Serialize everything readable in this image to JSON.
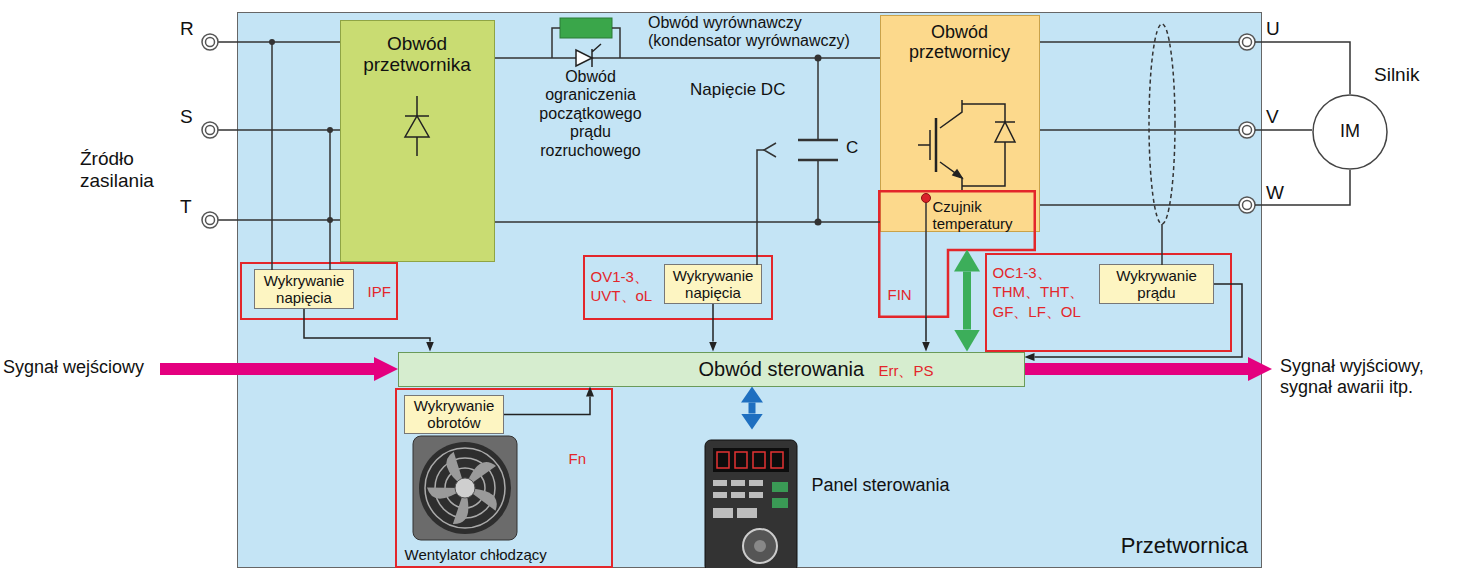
{
  "diagram": {
    "nodes": [
      {
        "text": [
          "Przetwornica"
        ]
      },
      {
        "text": [
          "Obwód przetwornika"
        ],
        "in": 0
      },
      {
        "text": [
          "Obwód przetwornicy"
        ],
        "in": 0
      },
      {
        "text": [
          "Czujnik temperatury",
          "FIN"
        ],
        "in": 0
      },
      {
        "text": [
          "IPF"
        ],
        "in": 0
      },
      {
        "text": [
          "Wykrywanie napięcia"
        ],
        "in": 4
      },
      {
        "text": [
          "OV1-3、 UVT、oL"
        ],
        "in": 0
      },
      {
        "text": [
          "Wykrywanie napięcia"
        ],
        "in": 6
      },
      {
        "text": [
          "OC1-3、 THM、THT、 GF、LF、OL"
        ],
        "in": 0
      },
      {
        "text": [
          "Wykrywanie prądu"
        ],
        "in": 8
      },
      {
        "text": [
          "Obwód sterowania",
          "Err、PS"
        ],
        "in": 0
      },
      {
        "text": [
          "Fn",
          "Wentylator chłodzący"
        ],
        "in": 0
      },
      {
        "text": [
          "Wykrywanie obrotów"
        ],
        "in": 11
      },
      {
        "text": [
          "Panel sterowania"
        ],
        "in": 0
      },
      {
        "text": [
          "Silnik",
          "IM"
        ]
      }
    ],
    "edges": [
      {
        "from": 5,
        "to": 10,
        "arrow": "to"
      },
      {
        "from": 7,
        "to": 10,
        "arrow": "to"
      },
      {
        "from": 3,
        "to": 10,
        "arrow": "to"
      },
      {
        "from": 3,
        "to": 10,
        "arrow": "both"
      },
      {
        "from": 9,
        "to": 10,
        "arrow": "to"
      },
      {
        "from": 12,
        "to": 10,
        "arrow": "to"
      },
      {
        "from": 10,
        "to": 13,
        "arrow": "both"
      }
    ],
    "labels": [
      "R",
      "S",
      "T",
      "Źródło zasilania",
      "Obwód wyrównawczy (kondensator wyrównawczy)",
      "Obwód ograniczenia początkowego prądu rozruchowego",
      "Napięcie DC",
      "C",
      "U",
      "V",
      "W",
      "Sygnał wejściowy",
      "Sygnał wyjściowy, sygnał awarii itp."
    ]
  }
}
